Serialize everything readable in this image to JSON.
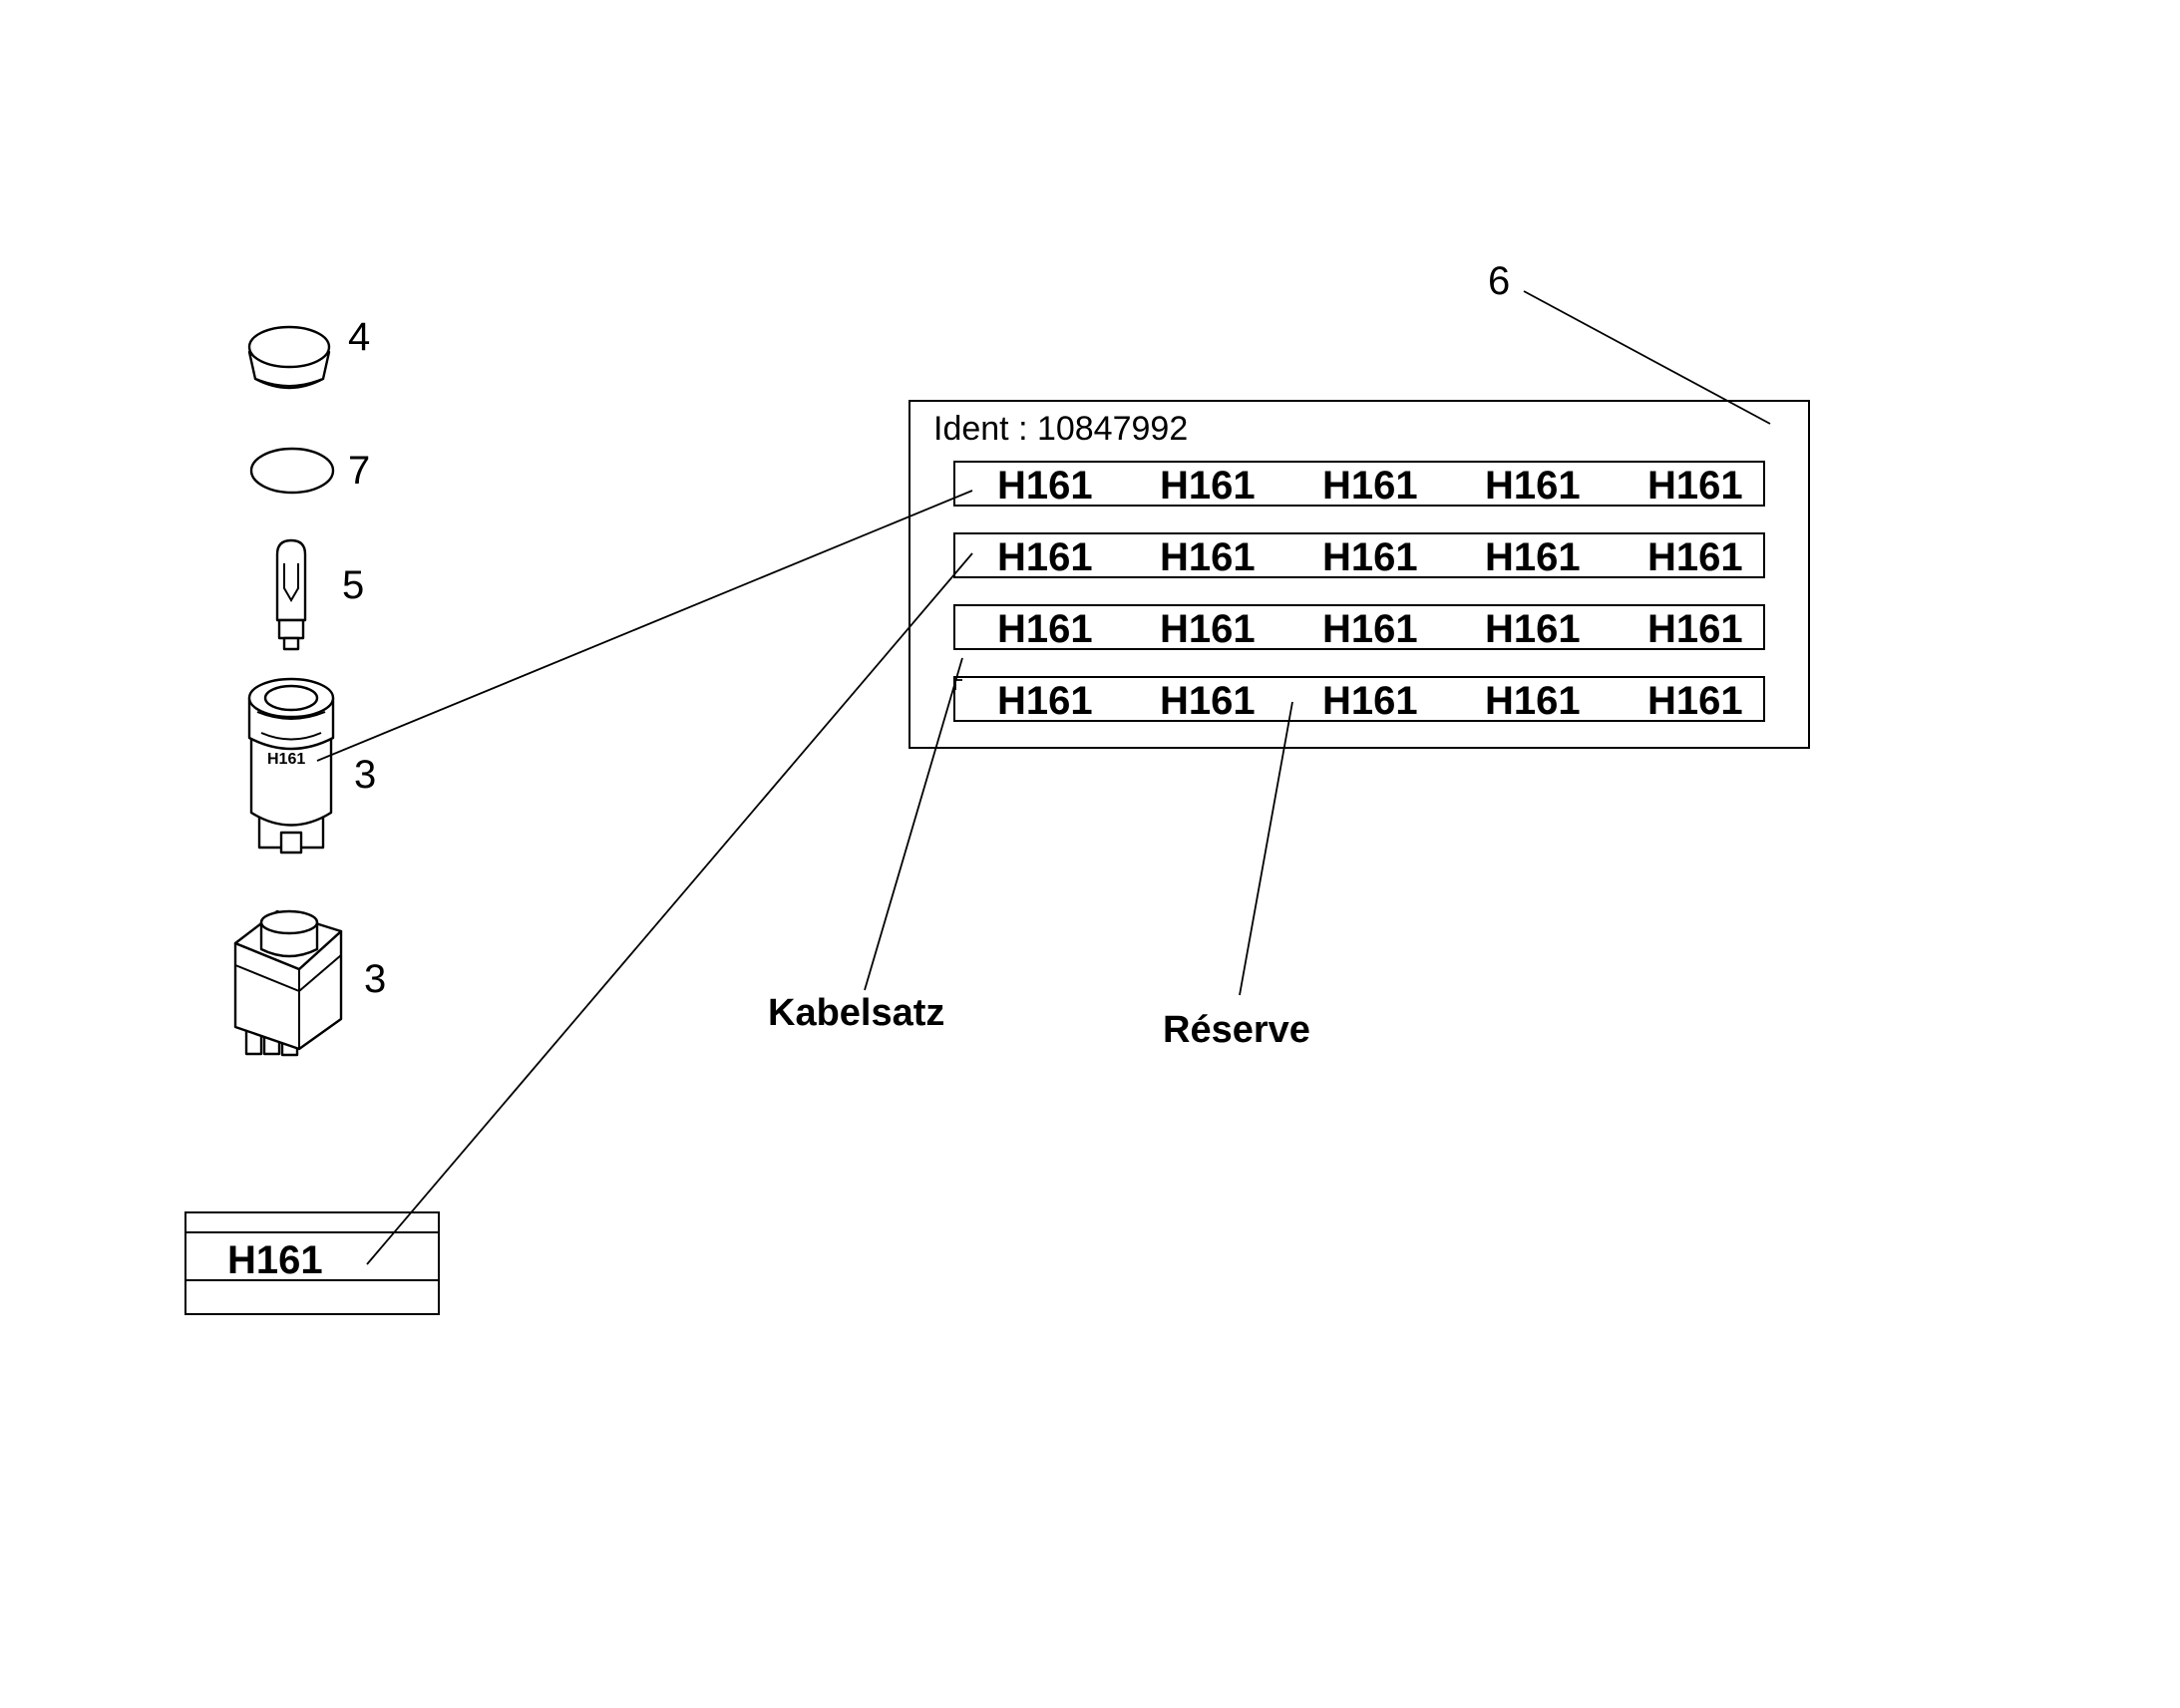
{
  "callouts": {
    "cap": "4",
    "o_ring": "7",
    "bulb": "5",
    "switch_round": "3",
    "switch_square": "3",
    "label_sheet": "6"
  },
  "label_sheet": {
    "ident": "Ident : 10847992",
    "rows": [
      [
        "H161",
        "H161",
        "H161",
        "H161",
        "H161"
      ],
      [
        "H161",
        "H161",
        "H161",
        "H161",
        "H161"
      ],
      [
        "H161",
        "H161",
        "H161",
        "H161",
        "H161"
      ],
      [
        "H161",
        "H161",
        "H161",
        "H161",
        "H161"
      ]
    ]
  },
  "switch_label": "H161",
  "single_label": "H161",
  "captions": {
    "cable_set": "Kabelsatz",
    "reserve": "Réserve"
  }
}
